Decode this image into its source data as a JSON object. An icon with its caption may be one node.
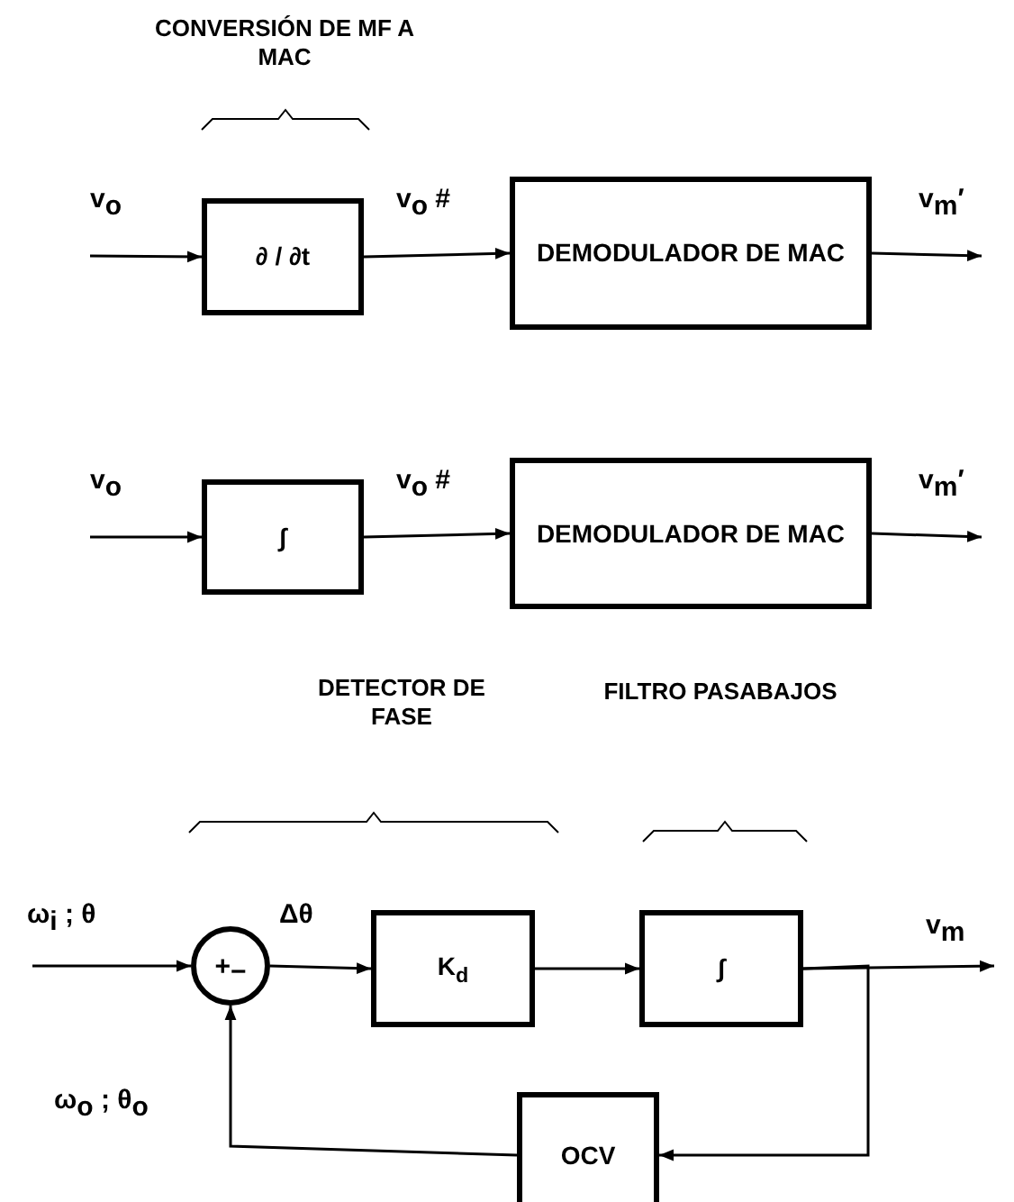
{
  "diagram": {
    "nodes": [
      {
        "text": [
          "∂ / ∂t"
        ]
      },
      {
        "text": [
          "DEMODULADOR DE MAC"
        ]
      },
      {
        "text": [
          "∫"
        ]
      },
      {
        "text": [
          "DEMODULADOR DE MAC"
        ]
      },
      {
        "text": [
          "+",
          "−"
        ]
      },
      {
        "text": [
          "K$_{d}$"
        ]
      },
      {
        "text": [
          "∫"
        ]
      },
      {
        "text": [
          "OCV"
        ]
      }
    ],
    "edges": [
      {
        "from": null,
        "to": 0,
        "arrow": "to",
        "label": "v$_{o}$"
      },
      {
        "from": 0,
        "to": 1,
        "arrow": "to",
        "label": "v$_{o}$ #"
      },
      {
        "from": 1,
        "to": null,
        "arrow": "to",
        "label": "v$_{m}$′"
      },
      {
        "from": null,
        "to": 2,
        "arrow": "to",
        "label": "v$_{o}$"
      },
      {
        "from": 2,
        "to": 3,
        "arrow": "to",
        "label": "v$_{o}$ #"
      },
      {
        "from": 3,
        "to": null,
        "arrow": "to",
        "label": "v$_{m}$′"
      },
      {
        "from": null,
        "to": 4,
        "arrow": "to",
        "label": "ω$_{i}$ ; θ"
      },
      {
        "from": 4,
        "to": 5,
        "arrow": "to",
        "label": "Δθ"
      },
      {
        "from": 5,
        "to": 6,
        "arrow": "to"
      },
      {
        "from": 6,
        "to": null,
        "arrow": "to",
        "label": "v$_{m}$"
      },
      {
        "from": 6,
        "to": 7,
        "arrow": "to"
      },
      {
        "from": 7,
        "to": 4,
        "arrow": "to",
        "label": "ω$_{o}$ ; θ$_{o}$"
      }
    ],
    "labels": [
      "CONVERSIÓN DE MF A MAC",
      "DETECTOR DE FASE",
      "FILTRO PASABAJOS"
    ]
  }
}
